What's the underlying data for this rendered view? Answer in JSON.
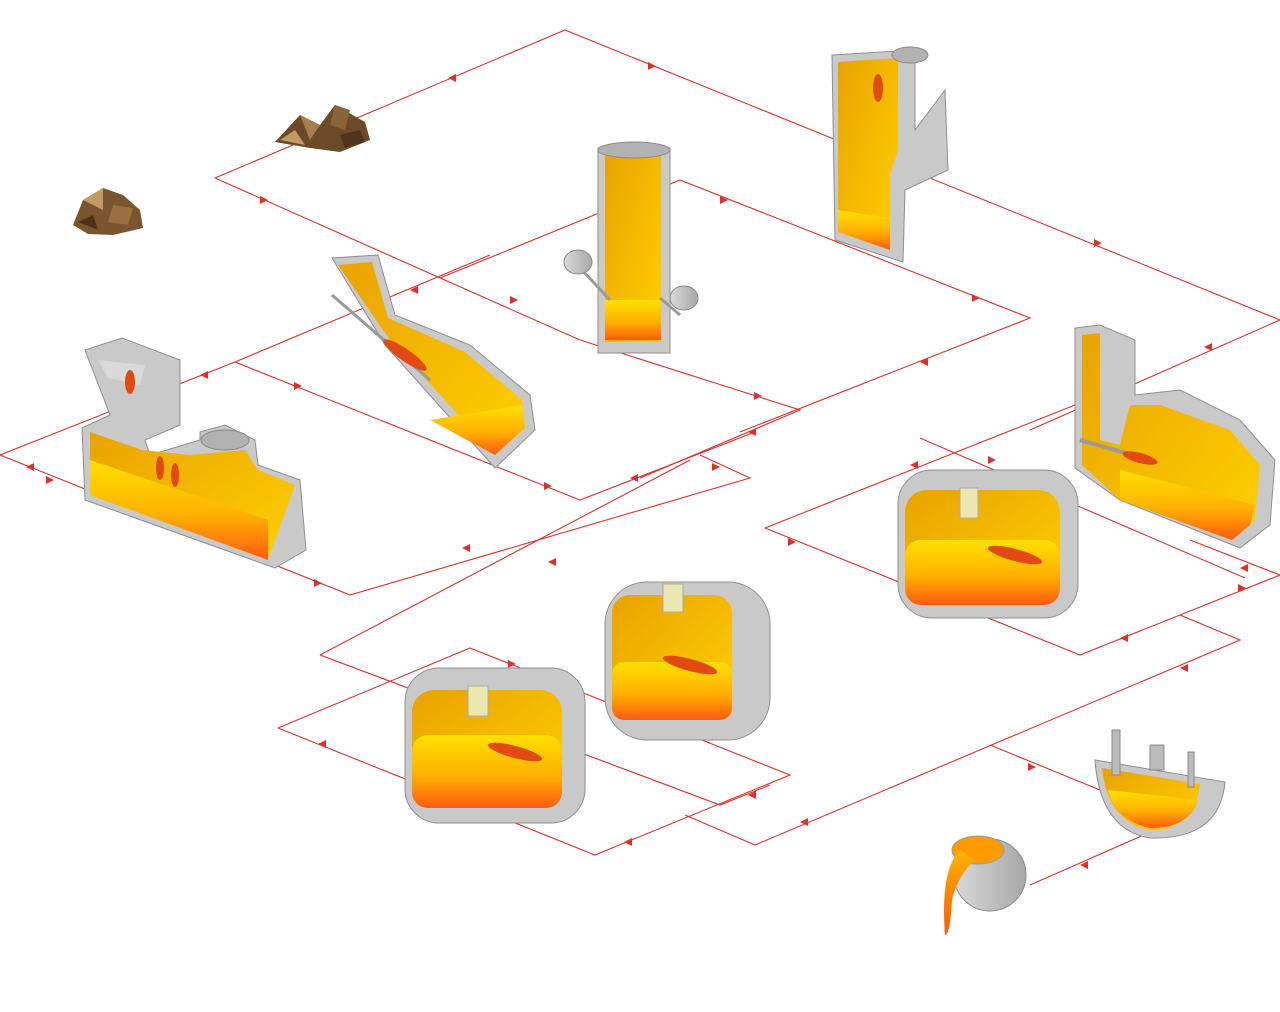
{
  "diagram": {
    "background": "#ffffff",
    "flow_color": "#e0302a",
    "molten_colors": [
      "#ffd400",
      "#ff8a00",
      "#e8530f"
    ],
    "shell_color": "#c9c9c9",
    "ore_colors": [
      "#7a5530",
      "#a97d4e",
      "#5b3b1f"
    ],
    "nodes": [
      {
        "id": "ore-pile-1",
        "icon": "ore-pile-icon"
      },
      {
        "id": "ore-pile-2",
        "icon": "ore-pile-icon"
      },
      {
        "id": "shaft-smelter",
        "icon": "shaft-furnace-icon"
      },
      {
        "id": "vertical-furnace",
        "icon": "vertical-furnace-icon"
      },
      {
        "id": "inclined-furnace",
        "icon": "inclined-furnace-icon"
      },
      {
        "id": "reverberatory-furnace",
        "icon": "reverberatory-furnace-icon"
      },
      {
        "id": "converter-right",
        "icon": "converter-icon"
      },
      {
        "id": "rotary-furnace-right",
        "icon": "rotary-furnace-icon"
      },
      {
        "id": "rotary-furnace-middle",
        "icon": "rotary-furnace-icon"
      },
      {
        "id": "rotary-furnace-left",
        "icon": "rotary-furnace-icon"
      },
      {
        "id": "ladle-furnace",
        "icon": "ladle-furnace-icon"
      },
      {
        "id": "pouring-ladle",
        "icon": "pouring-ladle-icon"
      }
    ]
  }
}
